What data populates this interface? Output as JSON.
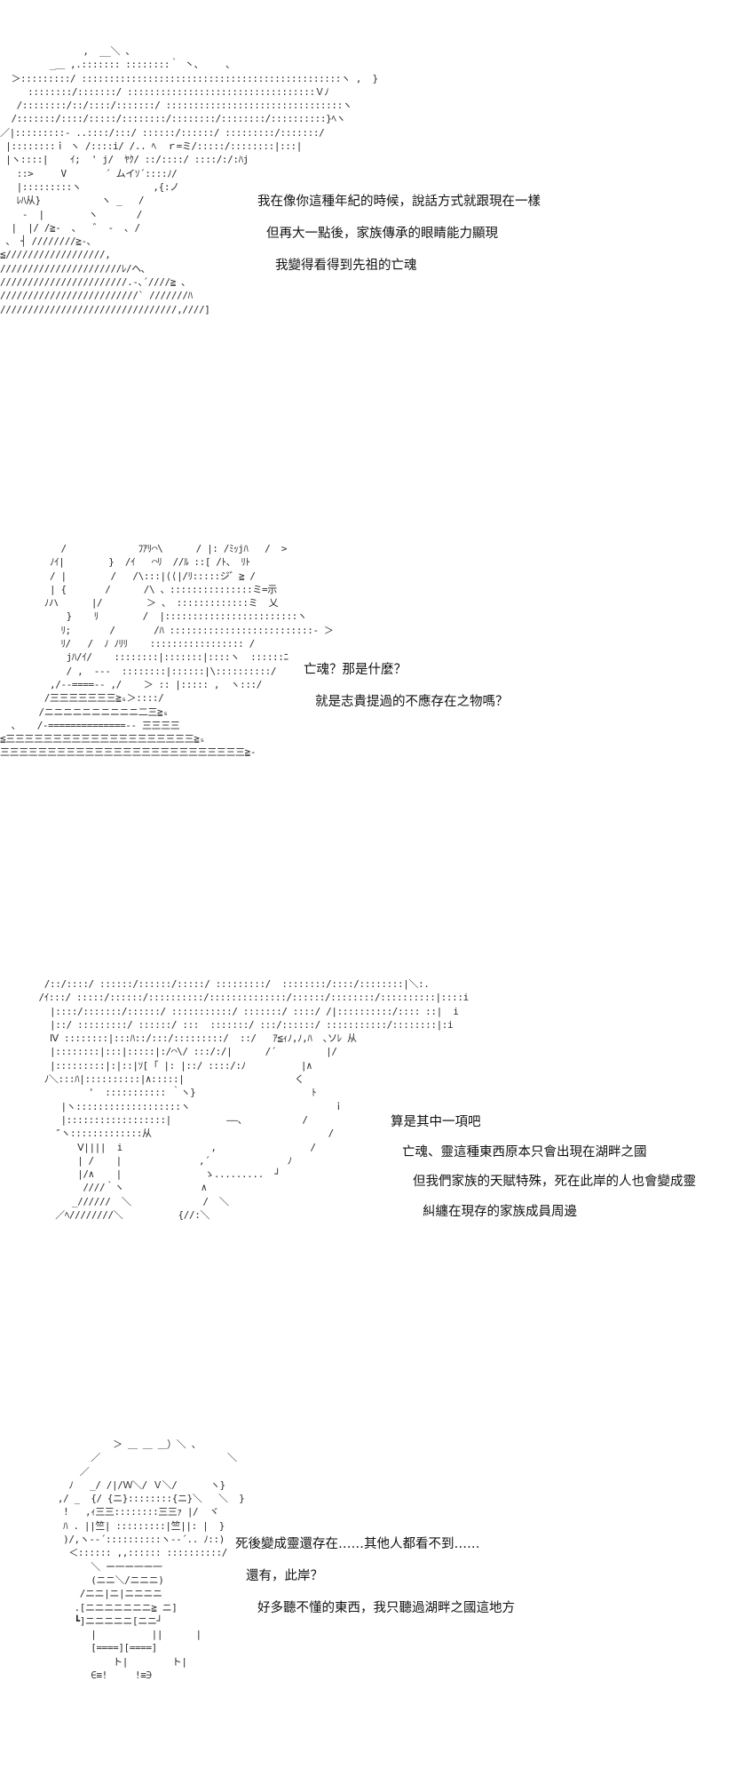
{
  "panels": [
    {
      "art": "               ,  __＼ 、      \n         _＿ ,.::::::: ::::::::｀ 丶、    、\n  ＞:::::::::/ :::::::::::::::::::::::::::::::::::::::::::::::ヽ ,  }\n     ::::::::/:::::::/ ::::::::::::::::::::::::::::::::::Ｖﾉ\n   /::::::::/::/::::/:::::::/ ::::::::::::::::::::::::::::::::ヽ\n  /:::::::/::::/:::::/::::::::/::::::::/::::::::/::::::::::}ﾍヽ\n／|:::::::::- ..::::/:::/ ::::::/::::::/ :::::::::/:::::::/\n |::::::::ｉ ヽ /::::i/ /.. ﾍ  ｒ=ミ/:::::/::::::::|:::|\n |ヽ::::|    ｲ;  ' j/  ﾔｸ/ ::/::::/ ::::/:/:ﾊj\n   ::>     V       ´ ムイｿ´::::ﾉ/\n   |:::::::::ヽ             ,{:ノ\n   ﾚﾊ从}           ヽ _   /\n    -  |        ヽ       /\n  |  |/ /≧-  ､   ゛ -  ､ /\n 、 ┤ ////////≧-､\n≦//////////////////,\n//////////////////////ﾚ/ヘ､\n///////////////////////.-､´////≧ ､\n/////////////////////////` ///////ﾊ\n////////////////////////////////,////]",
      "lines": [
        "我在像你這種年紀的時候，說話方式就跟現在一樣",
        "但再大一點後，家族傳承的眼睛能力顯現",
        "我變得看得到先祖的亡魂"
      ]
    },
    {
      "art": "           /             ﾌｱﾘ⌒\\      / |: /ﾐｯjﾊ   /  >\n         ﾉｲ|        }  /ｲ   ⌒ﾘ  //ﾙ ::[ /ﾄ、 ﾘﾄ\n         / |        /   /\\:::|⟨⟨|/ﾘ:::::ジ゛≧ /\n         | {       /      /\\ 、:::::::::::::::ミ=示\n        ﾉハ      |/        ＞ 、 :::::::::::::ミ  乂\n            }    ﾘ        /  |::::::::::::::::::::::::ヽ\n           ﾘ;       /       /ﾊ ::::::::::::::::::::::::::- ＞\n           ﾘ/   /  ﾉ ﾉﾘﾘ    ::::::::::::::::: /\n            jﾊ/ｲ/    ::::::::|:::::::|::::ヽ  ::::::ﾆ\n            / ,  ---  ::::::::|::::::|\\::::::::::/\n         ,/--====-- ,/    ＞ :: |::::: ,  ヽ:::/\n        /三三三三三三三≧ₛ＞::::/\n       /ニニニニニニニニニニ二三≧ₛ\n  、   /-==============-- 三三三三\n≦三三三三三三三三三三三三三三三三三三三三≧ₛ\n三三三三三三三三三三三三三三三三三三三三三三三三三三≧-",
      "lines": [
        "亡魂？那是什麼？",
        "就是志貴提過的不應存在之物嗎？"
      ]
    },
    {
      "art": "        /::/::::/ ::::::/::::::/:::::/ :::::::::/  ::::::::/::::/::::::::|＼:.\n       /ｲ:::/ :::::/::::::/::::::::::/::::::::::::::/::::::/::::::::/::::::::::|::::i\n         |::::/:::::::/::::::/ :::::::::::/ :::::::/ ::::/ /|::::::::::/:::: ::|  i\n         |::/ :::::::::/ ::::::/ :::  :::::::/ :::/::::::/ :::::::::::/::::::::|:i\n         Ⅳ ::::::::|:::ﾊ::/:::/:::::::::/  ::/   ｱ≦ｨﾉ,ﾉ,ﾊ  ､ソﾚ 从\n         |::::::::|:::|:::::|:/⌒\\/ :::/:/|      /´         |/\n         |:::::::::|:|::|ｿ[ ｢ |: |::/ ::::/:ﾉ          |∧\n        ﾉ＼:::ﾊ|::::::::::|∧:::::|                    く\n                '  ::::::::::: ｀ヽ}                     ﾄ\n           |ヽ:::::::::::::::::::ヽ                          ｉ\n           |::::::::::::::::::|          ――、          /\n          ″ヽ:::::::::::::从                                /\n              Ⅴ||||  i                ,                 /\n              | /    |              ,´              ﾉ\n              |/∧    |               ゝ.........  ┘\n               ////｀ヽ              ∧\n             _//////  ＼             /  ＼\n          ／ﾍ////////＼          {//:＼",
      "lines": [
        "算是其中一項吧",
        "亡魂、靈這種東西原本只會出現在湖畔之國",
        "但我們家族的天賦特殊，死在此岸的人也會變成靈",
        "糾纏在現存的家族成員周邊"
      ]
    },
    {
      "art": "              ＞ ＿ ＿ ＿）＼ 、\n          ／                       ＼\n        ／\n      ﾉ   _/ /|/Ｗ＼/ Ｖ＼/      ヽ}\n    ,/ _  {/ {ニ}::::::::{ニ}＼   ＼  }\n     !   ,ｨ三三::::::::三三ｧ |/  ヾ\n     ﾊ . ||竺| :::::::::|竺||: |  }\n     )/,ヽ--´::::::::::ヽ--´.. ﾉ::)\n      ＜:::::: ,,:::::: ::::::::::/\n          ＼ ー一ー一ー一\n          (ニニ＼/ニニニ)\n        /ニニ|ニ|ニニニニ\n       .[ニニニニニニニ≧ ニ]\n       ┗]ニニニニニ[ニニ┘\n          |          ||      |\n          [====][====]\n              ト|        ト|\n          ∈≡!     !≡∋",
      "lines": [
        "死後變成靈還存在……其他人都看不到……",
        "還有，此岸？",
        "好多聽不懂的東西，我只聽過湖畔之國這地方"
      ]
    }
  ]
}
